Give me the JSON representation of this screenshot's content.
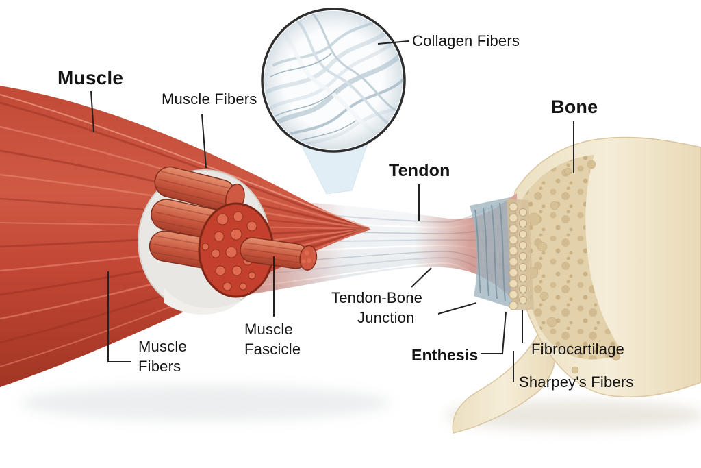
{
  "labels": {
    "muscle": "Muscle",
    "muscle_fibers_top": "Muscle Fibers",
    "collagen_fibers": "Collagen Fibers",
    "tendon": "Tendon",
    "bone": "Bone",
    "tendon_bone_junction": {
      "line1": "Tendon-Bone",
      "line2": "Junction"
    },
    "muscle_fibers_bottom": {
      "line1": "Muscle",
      "line2": "Fibers"
    },
    "muscle_fascicle": {
      "line1": "Muscle",
      "line2": "Fascicle"
    },
    "enthesis": "Enthesis",
    "fibrocartilage": "Fibrocartilage",
    "sharpeys_fibers": "Sharpey's Fibers"
  },
  "colors": {
    "background": "#ffffff",
    "muscle_red": "#c24734",
    "muscle_shadow": "#9a3021",
    "tendon_white": "#eef1f3",
    "bone_cream": "#f0e5c9",
    "fibrocartilage_gray_blue": "#9db3bf",
    "label_text": "#141414",
    "leader_line": "#222222"
  }
}
